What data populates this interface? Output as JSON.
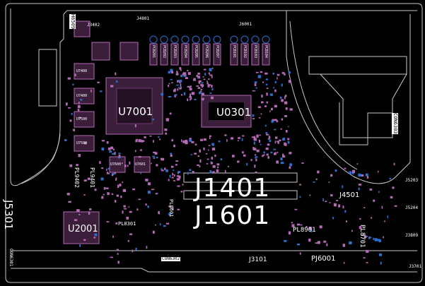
{
  "app": {
    "view": "boardview"
  },
  "colors": {
    "background": "#000000",
    "outline": "#c8c8c8",
    "part": "#b46ab4",
    "part_fill": "#3a1e3a",
    "blue": "#2e6fd0",
    "label": "#ffffff"
  },
  "labels": {
    "big": [
      {
        "id": "j1401",
        "text": "J1401"
      },
      {
        "id": "j1601",
        "text": "J1601"
      }
    ],
    "chips": [
      {
        "id": "u7001",
        "text": "U7001"
      },
      {
        "id": "u0301",
        "text": "U0301"
      },
      {
        "id": "u2001",
        "text": "U2001"
      }
    ],
    "connectors": [
      {
        "id": "j5301",
        "text": "J5301"
      },
      {
        "id": "j4501",
        "text": "J4501"
      },
      {
        "id": "j3101",
        "text": "J3101"
      },
      {
        "id": "pj6001",
        "text": "PJ6001"
      },
      {
        "id": "pl8901",
        "text": "PL8901"
      },
      {
        "id": "pl8701",
        "text": "PL8701"
      },
      {
        "id": "pl8301",
        "text": "PL8301"
      },
      {
        "id": "pl9402",
        "text": "PL9402"
      },
      {
        "id": "pl9401",
        "text": "PL9401"
      },
      {
        "id": "pl8601",
        "text": "PL8601"
      },
      {
        "id": "h6509",
        "text": "H6509"
      },
      {
        "id": "j3402",
        "text": "J3402"
      },
      {
        "id": "j4801",
        "text": "J4801"
      },
      {
        "id": "j6001",
        "text": "J6001"
      },
      {
        "id": "con6303",
        "text": "CON6303"
      },
      {
        "id": "con6301",
        "text": "CON6301"
      },
      {
        "id": "j5203",
        "text": "J5203"
      },
      {
        "id": "j5204",
        "text": "J5204"
      },
      {
        "id": "j3809",
        "text": "J3809"
      },
      {
        "id": "j3701",
        "text": "J3701"
      },
      {
        "id": "con6302",
        "text": "CON6302"
      }
    ],
    "memory": [
      "U7400",
      "U7400",
      "U7500",
      "U7500",
      "U7600",
      "U7601"
    ],
    "pcb_row": [
      "PCB201",
      "PCB202",
      "PCB203",
      "PCB204",
      "PCB205",
      "PCB206",
      "PCB207",
      "PCB101",
      "PCB102",
      "PCB103",
      "PCB104"
    ]
  }
}
